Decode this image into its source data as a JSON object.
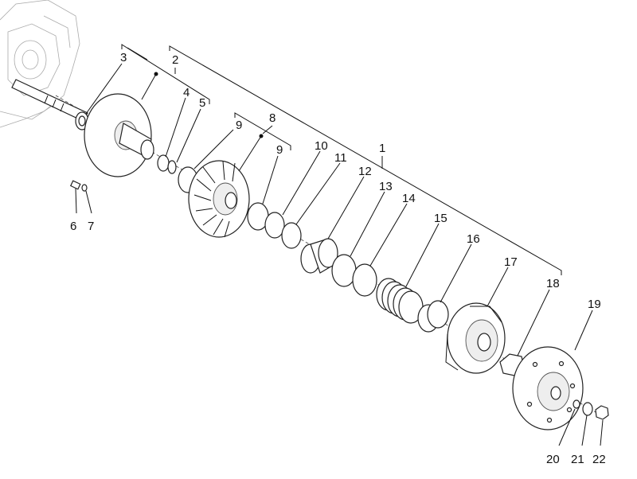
{
  "diagram": {
    "type": "exploded-parts-diagram",
    "callouts": [
      {
        "id": "c1",
        "text": "1"
      },
      {
        "id": "c2",
        "text": "2"
      },
      {
        "id": "c3",
        "text": "3"
      },
      {
        "id": "c4",
        "text": "4"
      },
      {
        "id": "c5",
        "text": "5"
      },
      {
        "id": "c6",
        "text": "6"
      },
      {
        "id": "c7",
        "text": "7"
      },
      {
        "id": "c8",
        "text": "8"
      },
      {
        "id": "c9a",
        "text": "9"
      },
      {
        "id": "c9b",
        "text": "9"
      },
      {
        "id": "c10",
        "text": "10"
      },
      {
        "id": "c11",
        "text": "11"
      },
      {
        "id": "c12",
        "text": "12"
      },
      {
        "id": "c13",
        "text": "13"
      },
      {
        "id": "c14",
        "text": "14"
      },
      {
        "id": "c15",
        "text": "15"
      },
      {
        "id": "c16",
        "text": "16"
      },
      {
        "id": "c17",
        "text": "17"
      },
      {
        "id": "c18",
        "text": "18"
      },
      {
        "id": "c19",
        "text": "19"
      },
      {
        "id": "c20",
        "text": "20"
      },
      {
        "id": "c21",
        "text": "21"
      },
      {
        "id": "c22",
        "text": "22"
      }
    ]
  }
}
